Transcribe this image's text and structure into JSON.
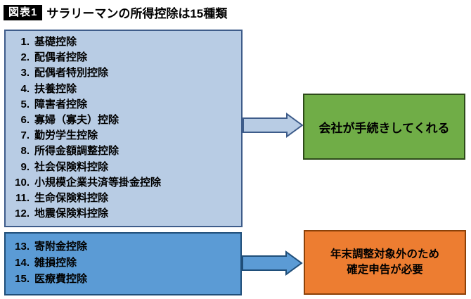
{
  "header": {
    "badge": "図表1",
    "title": "サラリーマンの所得控除は15種類"
  },
  "company_group": {
    "items": [
      {
        "num": "1.",
        "label": "基礎控除"
      },
      {
        "num": "2.",
        "label": "配偶者控除"
      },
      {
        "num": "3.",
        "label": "配偶者特別控除"
      },
      {
        "num": "4.",
        "label": "扶養控除"
      },
      {
        "num": "5.",
        "label": "障害者控除"
      },
      {
        "num": "6.",
        "label": "寡婦（寡夫）控除"
      },
      {
        "num": "7.",
        "label": "勤労学生控除"
      },
      {
        "num": "8.",
        "label": "所得金額調整控除"
      },
      {
        "num": "9.",
        "label": "社会保険料控除"
      },
      {
        "num": "10.",
        "label": "小規模企業共済等掛金控除"
      },
      {
        "num": "11.",
        "label": "生命保険料控除"
      },
      {
        "num": "12.",
        "label": "地震保険料控除"
      }
    ],
    "result": "会社が手続きしてくれる"
  },
  "self_group": {
    "items": [
      {
        "num": "13.",
        "label": "寄附金控除"
      },
      {
        "num": "14.",
        "label": "雑損控除"
      },
      {
        "num": "15.",
        "label": "医療費控除"
      }
    ],
    "result_lines": [
      "年末調整対象外のため",
      "確定申告が必要"
    ]
  },
  "colors": {
    "badge-bg": "#000000",
    "badge-text": "#ffffff",
    "text": "#000000",
    "light-box-fill": "#b8cce4",
    "light-box-border": "#3e5c8a",
    "blue-box-fill": "#5b9bd5",
    "blue-box-border": "#1f4e79",
    "green-box-fill": "#70ad47",
    "green-box-border": "#2d4a1a",
    "orange-box-fill": "#ed7d31",
    "orange-box-border": "#8c4108"
  }
}
